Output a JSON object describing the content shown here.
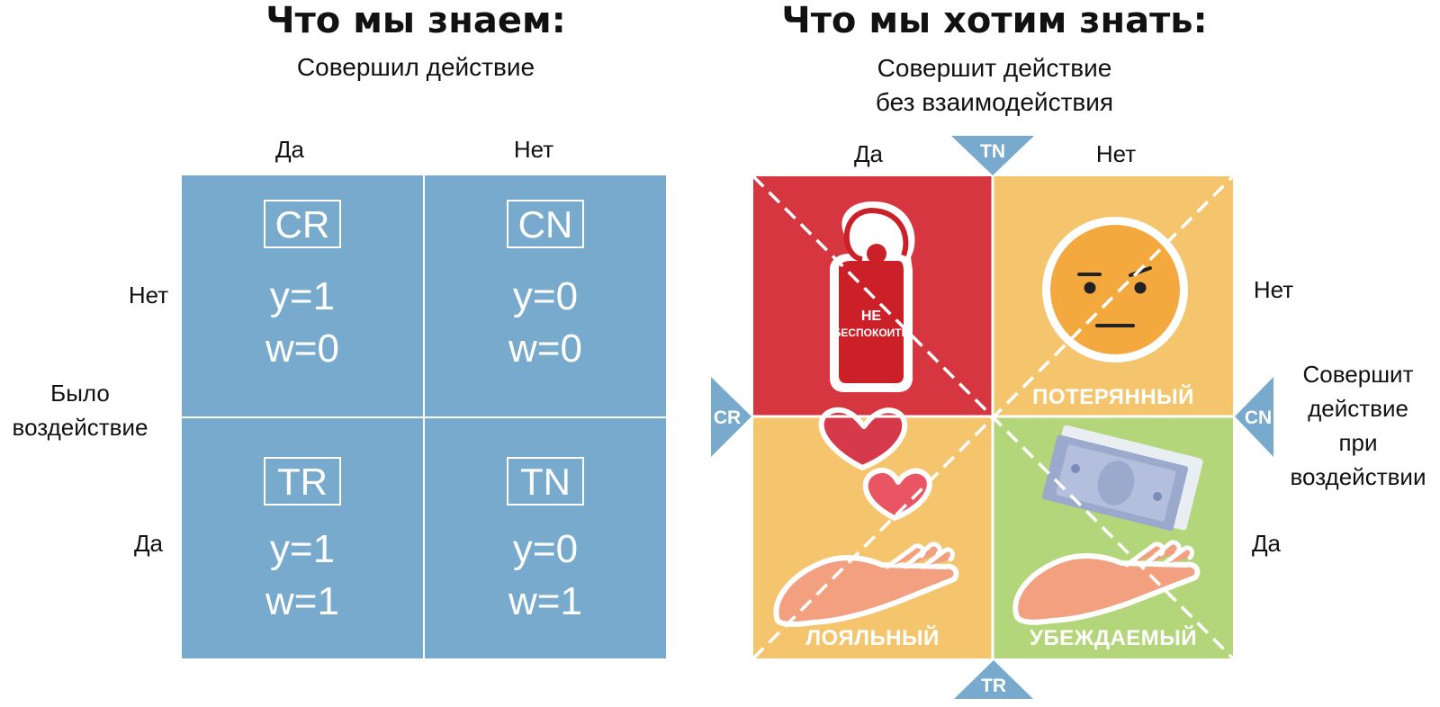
{
  "left": {
    "title": "Что мы знаем:",
    "subtitle": "Совершил действие",
    "col_labels": [
      "Да",
      "Нет"
    ],
    "row_labels": [
      "Нет",
      "Да"
    ],
    "row_axis_label": [
      "Было",
      "воздействие"
    ],
    "cells": [
      {
        "code": "CR",
        "y": "y=1",
        "w": "w=0"
      },
      {
        "code": "CN",
        "y": "y=0",
        "w": "w=0"
      },
      {
        "code": "TR",
        "y": "y=1",
        "w": "w=1"
      },
      {
        "code": "TN",
        "y": "y=0",
        "w": "w=1"
      }
    ],
    "color": "#78aace"
  },
  "right": {
    "title": "Что мы хотим знать:",
    "subtitle": [
      "Совершит действие",
      "без взаимодействия"
    ],
    "col_labels": [
      "Да",
      "Нет"
    ],
    "row_labels": [
      "Нет",
      "Да"
    ],
    "row_axis_label": [
      "Совершит",
      "действие",
      "при",
      "воздействии"
    ],
    "markers": {
      "top": "TN",
      "left": "CR",
      "right": "CN",
      "bottom": "TR"
    },
    "quadrants": [
      {
        "name": "do-not-disturb",
        "label": "",
        "color": "#d6363f"
      },
      {
        "name": "lost",
        "label": "ПОТЕРЯННЫЙ",
        "color": "#f5c56e"
      },
      {
        "name": "loyal",
        "label": "ЛОЯЛЬНЫЙ",
        "color": "#f5c56e"
      },
      {
        "name": "persuadable",
        "label": "УБЕЖДАЕМЫЙ",
        "color": "#b4d67a"
      }
    ],
    "door_hanger_text": [
      "НЕ",
      "БЕСПОКОИТЬ"
    ],
    "icons": [
      "door-hanger-icon",
      "neutral-face-icon",
      "hearts-hand-icon",
      "money-hand-icon"
    ],
    "marker_color": "#78aace"
  }
}
